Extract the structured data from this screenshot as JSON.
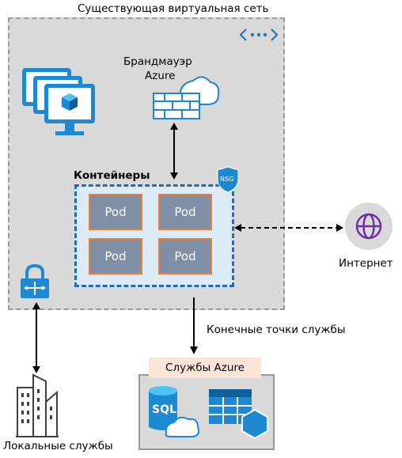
{
  "vnet": {
    "label": "Существующая виртуальная сеть",
    "icon": "virtual-network-icon"
  },
  "firewall": {
    "line1": "Брандмауэр",
    "line2": "Azure",
    "icon": "firewall-cloud-icon"
  },
  "vms": {
    "icon": "virtual-machines-icon"
  },
  "containers": {
    "label": "Контейнеры",
    "nsg": "NSG",
    "pods": [
      "Pod",
      "Pod",
      "Pod",
      "Pod"
    ]
  },
  "internet": {
    "label": "Интернет",
    "icon": "globe-icon"
  },
  "endpoints": {
    "label": "Конечные точки службы"
  },
  "azure_services": {
    "label": "Службы Azure",
    "sql": "SQL",
    "icons": [
      "sql-database-icon",
      "table-storage-icon"
    ]
  },
  "onprem": {
    "label": "Локальные службы",
    "icon": "building-icon"
  },
  "vpn": {
    "icon": "vpn-gateway-lock-icon"
  }
}
